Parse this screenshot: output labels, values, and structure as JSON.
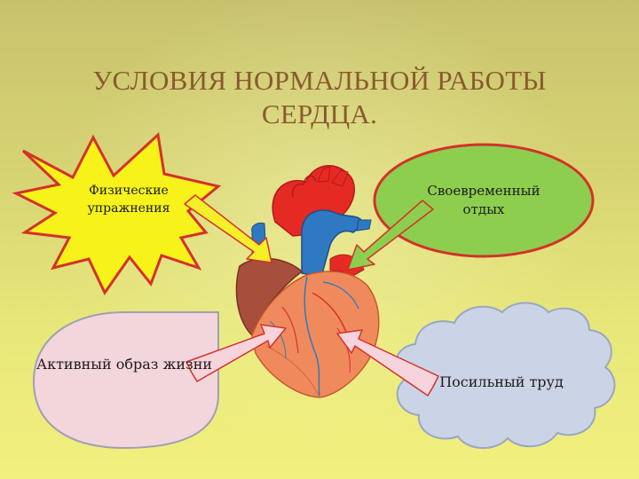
{
  "slide": {
    "title": "УСЛОВИЯ НОРМАЛЬНОЙ РАБОТЫ СЕРДЦА."
  },
  "nodes": {
    "exercise": {
      "label": "Физические упражнения"
    },
    "rest": {
      "label": "Своевременный отдых"
    },
    "active_life": {
      "label": "Активный образ жизни"
    },
    "work": {
      "label": "Посильный труд"
    }
  },
  "colors": {
    "title": "#8a5a2e",
    "star_fill": "#f7f21a",
    "star_stroke": "#d3322a",
    "rest_fill": "#8dce4f",
    "rest_stroke": "#d3322a",
    "active_fill": "#f3d6dc",
    "cloud_fill": "#cbd4e6",
    "arrow_yellow": "#f5ef2a",
    "arrow_green": "#8dce4f",
    "arrow_pink": "#f7d3dc"
  },
  "icons": {
    "center": "heart-anatomy-icon"
  }
}
